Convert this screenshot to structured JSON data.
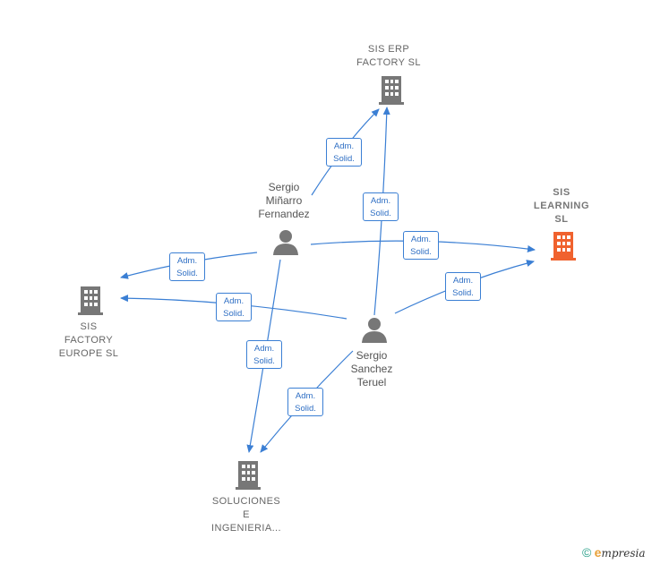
{
  "colors": {
    "edge": "#3b7fd4",
    "company": "#777777",
    "highlight": "#f0622e",
    "person": "#777777"
  },
  "nodes": {
    "sis_erp": {
      "label": "SIS ERP\nFACTORY  SL",
      "type": "company"
    },
    "sis_learning": {
      "label": "SIS\nLEARNING\nSL",
      "type": "company-highlight"
    },
    "sis_factory_europe": {
      "label": "SIS\nFACTORY\nEUROPE  SL",
      "type": "company"
    },
    "soluciones": {
      "label": "SOLUCIONES\nE\nINGENIERIA...",
      "type": "company"
    },
    "sergio_minarro": {
      "label": "Sergio\nMiñarro\nFernandez",
      "type": "person"
    },
    "sergio_sanchez": {
      "label": "Sergio\nSanchez\nTeruel",
      "type": "person"
    }
  },
  "edges": [
    {
      "from": "sergio_minarro",
      "to": "sis_erp",
      "label": "Adm.\nSolid."
    },
    {
      "from": "sergio_sanchez",
      "to": "sis_erp",
      "label": "Adm.\nSolid."
    },
    {
      "from": "sergio_minarro",
      "to": "sis_learning",
      "label": "Adm.\nSolid."
    },
    {
      "from": "sergio_sanchez",
      "to": "sis_learning",
      "label": "Adm.\nSolid."
    },
    {
      "from": "sergio_minarro",
      "to": "sis_factory_europe",
      "label": "Adm.\nSolid."
    },
    {
      "from": "sergio_sanchez",
      "to": "sis_factory_europe",
      "label": "Adm.\nSolid."
    },
    {
      "from": "sergio_minarro",
      "to": "soluciones",
      "label": "Adm.\nSolid."
    },
    {
      "from": "sergio_sanchez",
      "to": "soluciones",
      "label": "Adm.\nSolid."
    }
  ],
  "watermark": {
    "copyright": "©",
    "brand_initial": "e",
    "brand_rest": "mpresia"
  }
}
